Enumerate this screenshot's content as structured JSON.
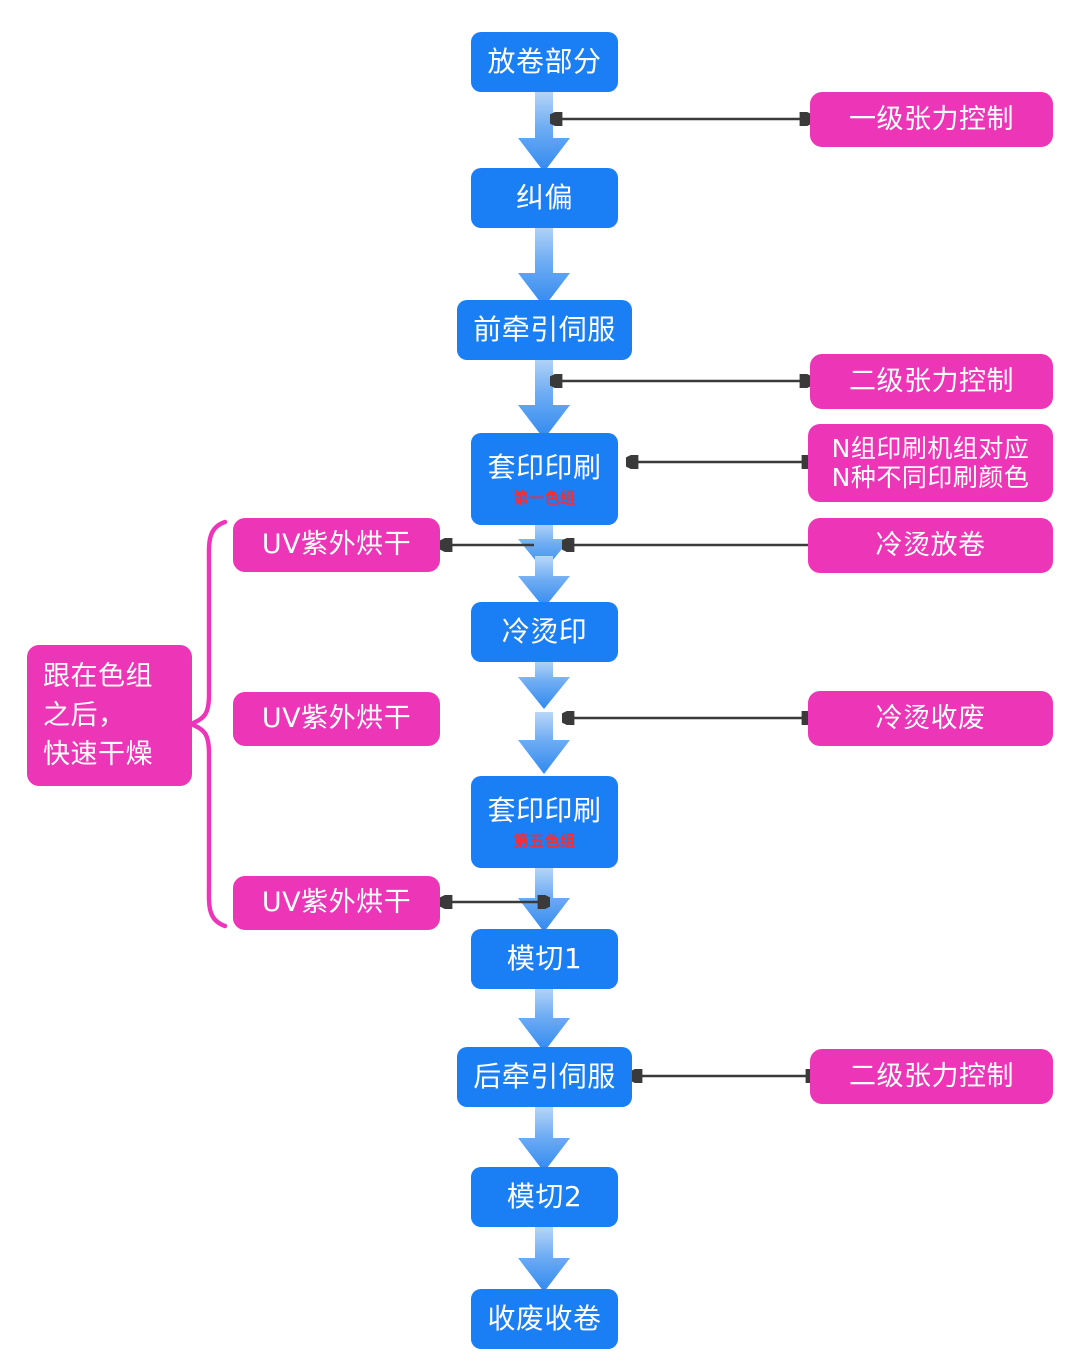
{
  "diagram": {
    "title": "Label printing machine process flow",
    "colors": {
      "blue": "#1a7ef5",
      "pink": "#ed35b8",
      "red_sub": "#ff2b2b",
      "arrow_dark": "#3a3a3a",
      "arrow_blue_top": "#a8cdf5",
      "arrow_blue_bottom": "#2f87f0",
      "background": "#ffffff"
    }
  },
  "main_flow": [
    {
      "id": "unwind",
      "label": "放卷部分",
      "sub": ""
    },
    {
      "id": "correction",
      "label": "纠偏",
      "sub": ""
    },
    {
      "id": "front-servo",
      "label": "前牵引伺服",
      "sub": ""
    },
    {
      "id": "print-1",
      "label": "套印印刷",
      "sub": "第一色组"
    },
    {
      "id": "cold-stamp",
      "label": "冷烫印",
      "sub": ""
    },
    {
      "id": "print-5",
      "label": "套印印刷",
      "sub": "第五色组"
    },
    {
      "id": "die-cut-1",
      "label": "模切1",
      "sub": ""
    },
    {
      "id": "rear-servo",
      "label": "后牵引伺服",
      "sub": ""
    },
    {
      "id": "die-cut-2",
      "label": "模切2",
      "sub": ""
    },
    {
      "id": "rewind",
      "label": "收废收卷",
      "sub": ""
    }
  ],
  "right_notes": [
    {
      "id": "tension-1",
      "label": "一级张力控制"
    },
    {
      "id": "tension-2-top",
      "label": "二级张力控制"
    },
    {
      "id": "n-units",
      "line1": "N组印刷机组对应",
      "line2": "N种不同印刷颜色"
    },
    {
      "id": "cold-unwind",
      "label": "冷烫放卷"
    },
    {
      "id": "cold-waste",
      "label": "冷烫收废"
    },
    {
      "id": "tension-2-bot",
      "label": "二级张力控制"
    }
  ],
  "left_notes": [
    {
      "id": "uv-dry-1",
      "label": "UV紫外烘干"
    },
    {
      "id": "uv-dry-2",
      "label": "UV紫外烘干"
    },
    {
      "id": "uv-dry-3",
      "label": "UV紫外烘干"
    }
  ],
  "brace_note": {
    "id": "fast-dry-note",
    "line1": "跟在色组",
    "line2": "之后，",
    "line3": "快速干燥"
  }
}
